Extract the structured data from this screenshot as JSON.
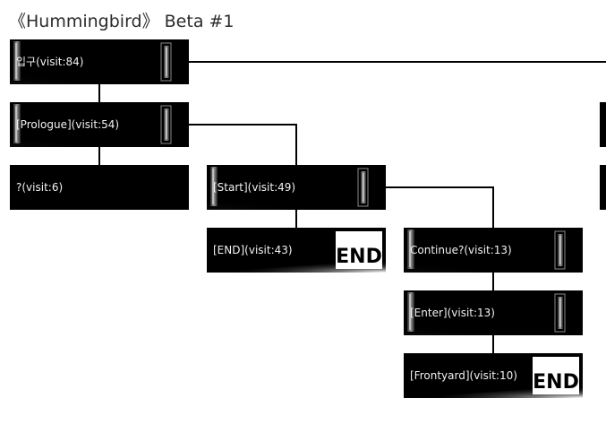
{
  "page": {
    "title": "《Hummingbird》 Beta #1"
  },
  "nodes": [
    {
      "id": "entrance",
      "label": "입구(visit:84)",
      "art": "door"
    },
    {
      "id": "prologue",
      "label": "[Prologue](visit:54)",
      "art": "door"
    },
    {
      "id": "unknown",
      "label": "?(visit:6)",
      "art": "none"
    },
    {
      "id": "start",
      "label": "[Start](visit:49)",
      "art": "door"
    },
    {
      "id": "end",
      "label": "[END](visit:43)",
      "art": "end"
    },
    {
      "id": "continue",
      "label": "Continue?(visit:13)",
      "art": "door"
    },
    {
      "id": "enter",
      "label": "[Enter](visit:13)",
      "art": "door"
    },
    {
      "id": "frontyard",
      "label": "[Frontyard](visit:10)",
      "art": "end"
    }
  ],
  "edges": [
    {
      "from": "entrance",
      "to": "prologue"
    },
    {
      "from": "prologue",
      "to": "unknown"
    },
    {
      "from": "prologue",
      "to": "start"
    },
    {
      "from": "start",
      "to": "end"
    },
    {
      "from": "start",
      "to": "continue"
    },
    {
      "from": "continue",
      "to": "enter"
    },
    {
      "from": "enter",
      "to": "frontyard"
    }
  ],
  "end_badge": "END",
  "colors": {
    "node_bg": "#000000",
    "node_text": "#f2f2f2",
    "line": "#000000"
  }
}
